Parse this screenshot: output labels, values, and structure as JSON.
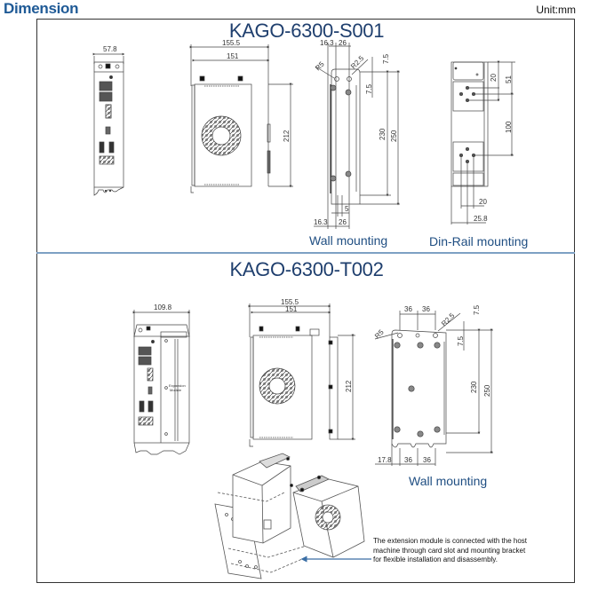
{
  "header": {
    "title": "Dimension",
    "unit": "Unit:mm"
  },
  "models": [
    {
      "name": "KAGO-6300-S001",
      "front_view": {
        "width_label": "57.8"
      },
      "side_view": {
        "overall_width_label": "155.5",
        "body_width_label": "151",
        "height_label": "212"
      },
      "wall_mounting": {
        "caption": "Wall mounting",
        "labels": {
          "top_offset": "16.3",
          "top_spacing": "26",
          "hole_radius_small": "R5",
          "hole_radius_large": "R2.5",
          "top_margin_a": "7.5",
          "top_margin_b": "7.5",
          "hole_span": "230",
          "overall_height": "250",
          "slot_width": "5",
          "bottom_offset": "16.3",
          "bottom_spacing": "26"
        }
      },
      "din_rail_mounting": {
        "caption": "Din-Rail mounting",
        "labels": {
          "hole_spacing_v": "20",
          "top_offset": "51",
          "clip_spacing": "100",
          "hole_spacing_h": "20",
          "side_offset": "25.8"
        }
      }
    },
    {
      "name": "KAGO-6300-T002",
      "front_view": {
        "width_label": "109.8",
        "module_label_line1": "Expansion",
        "module_label_line2": "Module"
      },
      "side_view": {
        "overall_width_label": "155.5",
        "body_width_label": "151",
        "height_label": "212"
      },
      "wall_mounting": {
        "caption": "Wall mounting",
        "labels": {
          "top_spacing_a": "36",
          "top_spacing_b": "36",
          "hole_radius_small": "R5",
          "hole_radius_large": "R2.5",
          "top_margin_a": "7.5",
          "top_margin_b": "7.5",
          "hole_span": "230",
          "overall_height": "250",
          "bottom_offset": "17.8",
          "bottom_spacing_a": "36",
          "bottom_spacing_b": "36"
        }
      },
      "assembly_note": "The extension module is connected with the host machine through card slot and mounting bracket for flexible installation and disassembly."
    }
  ]
}
